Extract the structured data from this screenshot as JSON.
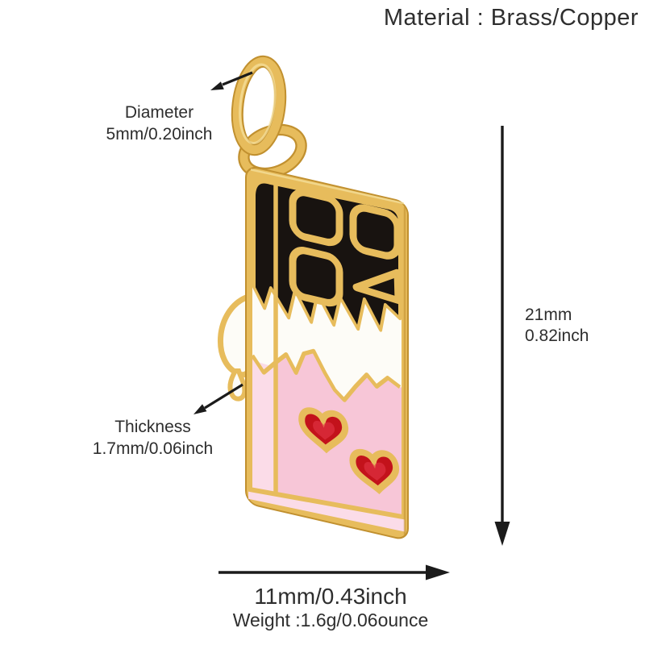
{
  "header": {
    "material": "Material : Brass/Copper"
  },
  "dimensions": {
    "diameter": {
      "label": "Diameter",
      "value": "5mm/0.20inch"
    },
    "thickness": {
      "label": "Thickness",
      "value": "1.7mm/0.06inch"
    },
    "height": {
      "mm": "21mm",
      "inch": "0.82inch"
    },
    "width": {
      "value": "11mm/0.43inch"
    },
    "weight": {
      "value": "Weight :1.6g/0.06ounce"
    }
  },
  "colors": {
    "gold": "#E7BC5C",
    "gold_dark": "#C1902F",
    "gold_light": "#F6E3A1",
    "enamel_black": "#181310",
    "enamel_white": "#FDFCF7",
    "enamel_pink": "#F7C6D7",
    "pink_light": "#FBDCE8",
    "heart_red": "#C3121B",
    "heart_red_light": "#E03344",
    "ink": "#1B1B1B",
    "text": "#2E2E2E",
    "background": "#FFFFFF"
  }
}
